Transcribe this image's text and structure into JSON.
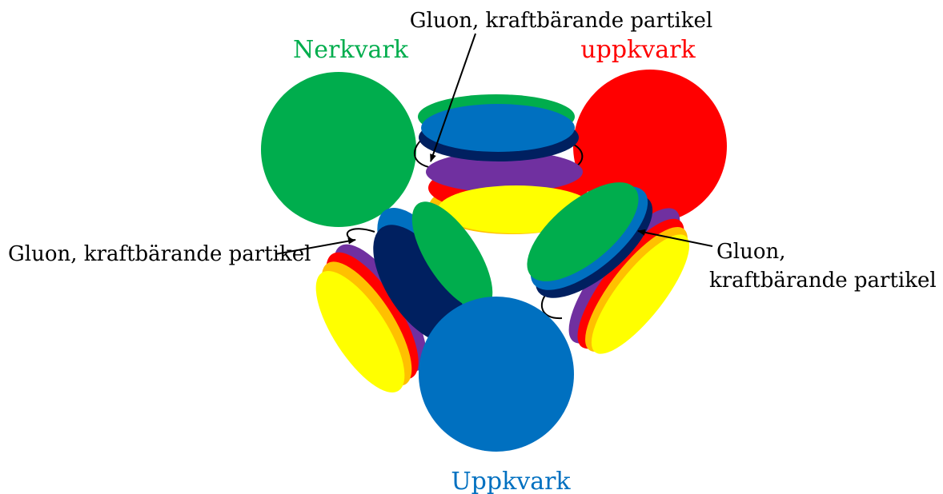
{
  "labels": {
    "green_quark": "Nerkvark",
    "red_quark": "uppkvark",
    "blue_quark": "Uppkvark",
    "gluon_top": "Gluon, kraftbärande partikel",
    "gluon_left": "Gluon, kraftbärande partikel",
    "gluon_right_line1": "Gluon,",
    "gluon_right_line2": "kraftbärande partikel"
  },
  "colors": {
    "green": "#00ad4d",
    "red": "#ff0000",
    "blue": "#0070c0",
    "navy": "#002060",
    "purple": "#7030a0",
    "orange": "#ffc000",
    "yellow": "#ffff00",
    "text": "#000000"
  }
}
